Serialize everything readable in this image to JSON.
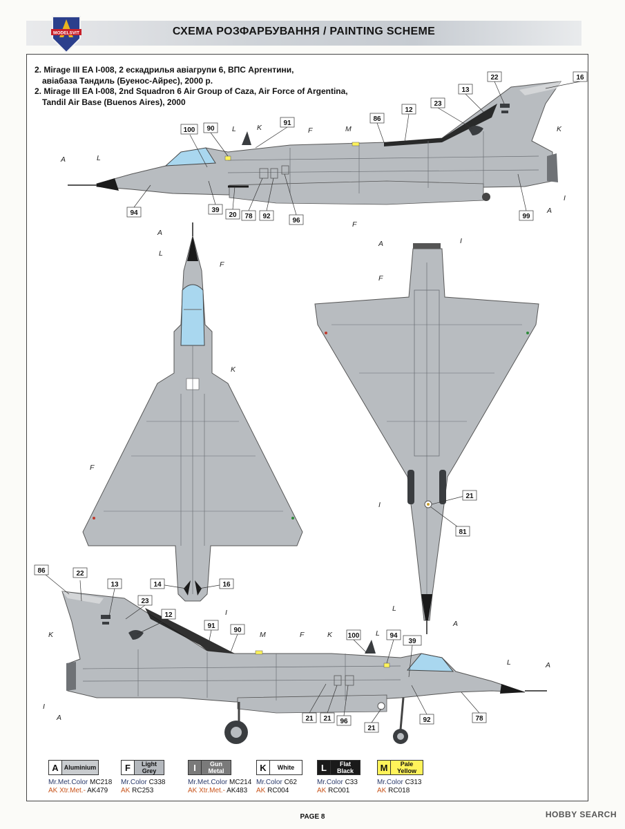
{
  "header": {
    "title": "СХЕМА РОЗФАРБУВАННЯ  / PAINTING  SCHEME",
    "logo_text": "MODELSVIT"
  },
  "subtitle": {
    "line1": "2. Mirage III EA I-008, 2 ескадрилья авіагрупи 6, ВПС Аргентини,",
    "line2": "авіабаза Тандиль (Буенос-Айрес), 2000 р.",
    "line3": "2. Mirage III EA I-008, 2nd Squadron 6 Air Group of Caza, Air Force of Argentina,",
    "line4": "Tandil Air Base (Buenos Aires), 2000"
  },
  "decal_numbers": [
    "100",
    "90",
    "91",
    "86",
    "12",
    "13",
    "22",
    "23",
    "16",
    "94",
    "39",
    "20",
    "78",
    "92",
    "96",
    "99",
    "21",
    "81",
    "14",
    "16",
    "86",
    "22",
    "13",
    "23",
    "12",
    "91",
    "90",
    "100",
    "94",
    "39",
    "78",
    "92",
    "96",
    "21"
  ],
  "color_callouts": {
    "A": "A",
    "F": "F",
    "I": "I",
    "K": "K",
    "L": "L",
    "M": "M"
  },
  "legend": [
    {
      "letter": "A",
      "name": "Aluminium",
      "swatch": "#c9cccf",
      "text_color": "#111",
      "line1_brand": "Mr.Met.Color",
      "line1_code": "MC218",
      "line2_brand": "AK Xtr.Met.-",
      "line2_code": "AK479"
    },
    {
      "letter": "F",
      "name": "Light Grey",
      "swatch": "#b4b8bd",
      "text_color": "#111",
      "line1_brand": "Mr.Color",
      "line1_code": "C338",
      "line2_brand": "AK",
      "line2_code": "RC253"
    },
    {
      "letter": "I",
      "name": "Gun Metal",
      "swatch": "#7a7a7a",
      "text_color": "#fff",
      "line1_brand": "Mr.Met.Color",
      "line1_code": "MC214",
      "line2_brand": "AK Xtr.Met.-",
      "line2_code": "AK483"
    },
    {
      "letter": "K",
      "name": "White",
      "swatch": "#ffffff",
      "text_color": "#111",
      "line1_brand": "Mr.Color",
      "line1_code": "C62",
      "line2_brand": "AK",
      "line2_code": "RC004"
    },
    {
      "letter": "L",
      "name": "Flat Black",
      "swatch": "#1a1a1a",
      "text_color": "#fff",
      "line1_brand": "Mr.Color",
      "line1_code": "C33",
      "line2_brand": "AK",
      "line2_code": "RC001"
    },
    {
      "letter": "M",
      "name": "Pale Yellow",
      "swatch": "#fff35a",
      "text_color": "#111",
      "line1_brand": "Mr.Color",
      "line1_code": "C313",
      "line2_brand": "AK",
      "line2_code": "RC018"
    }
  ],
  "footer": {
    "page": "PAGE 8",
    "watermark": "HOBBY SEARCH"
  },
  "colors": {
    "aircraft_grey": "#b8bcc0",
    "panel_line": "#6b6f74",
    "canopy": "#a9d7ef",
    "black": "#1a1a1a",
    "header_grey": "#cdd1d6"
  }
}
